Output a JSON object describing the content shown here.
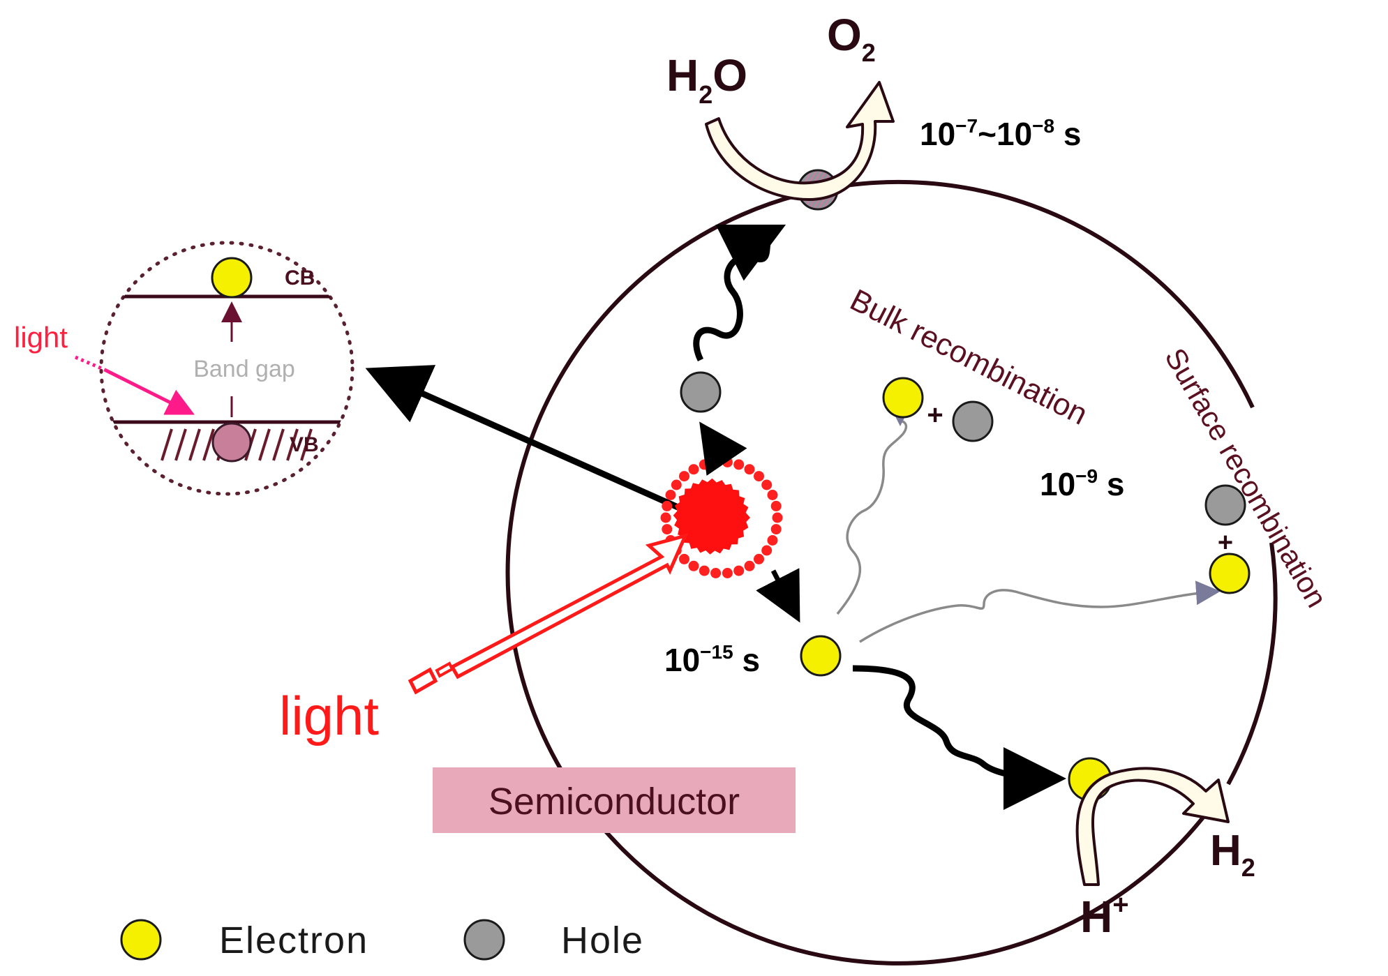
{
  "inset": {
    "light_label": "light",
    "cb_label": "CB",
    "vb_label": "VB",
    "band_gap_label": "Band gap"
  },
  "main": {
    "light_label": "light",
    "semiconductor_label": "Semiconductor",
    "bulk_recombination_label": "Bulk recombination",
    "surface_recombination_label": "Surface recombination",
    "plus_sign": "+"
  },
  "timescales": {
    "t_surface_reaction": {
      "base1": "10",
      "exp1": "−7",
      "tilde": "~",
      "base2": "10",
      "exp2": "−8",
      "unit": " s"
    },
    "t_bulk": {
      "base": "10",
      "exp": "−9",
      "unit": " s"
    },
    "t_excitation": {
      "base": "10",
      "exp": "−15",
      "unit": " s"
    }
  },
  "reactions": {
    "water": {
      "main": "H",
      "sub": "2",
      "tail": "O"
    },
    "oxygen": {
      "main": "O",
      "sub": "2"
    },
    "hydrogen": {
      "main": "H",
      "sub": "2"
    },
    "proton": {
      "main": "H",
      "sup": "+"
    }
  },
  "legend": {
    "electron_label": "Electron",
    "hole_label": "Hole"
  },
  "colors": {
    "electron": "#f5f000",
    "hole": "#9a9a9a",
    "light": "#ff1a1a",
    "outline": "#2a0a12",
    "label_maroon": "#5a1020",
    "semiconductor_box": "#e8a9bb"
  }
}
